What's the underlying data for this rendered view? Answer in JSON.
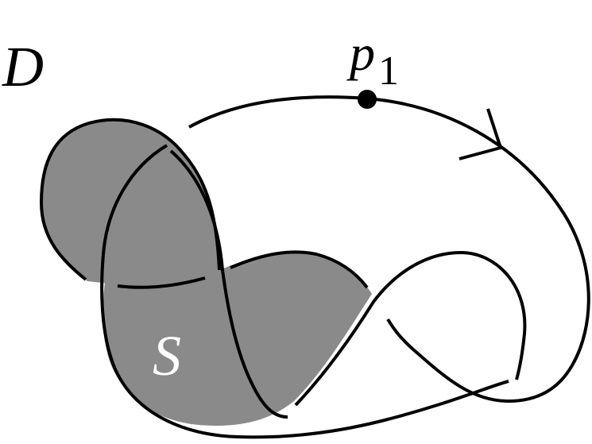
{
  "diagram": {
    "labels": {
      "diagram_name": "D",
      "point_main": "p",
      "point_subscript": "1",
      "surface": "S"
    },
    "colors": {
      "background": "#ffffff",
      "surface_fill": "#8a8a8a",
      "stroke": "#000000",
      "surface_label": "#ffffff"
    }
  }
}
